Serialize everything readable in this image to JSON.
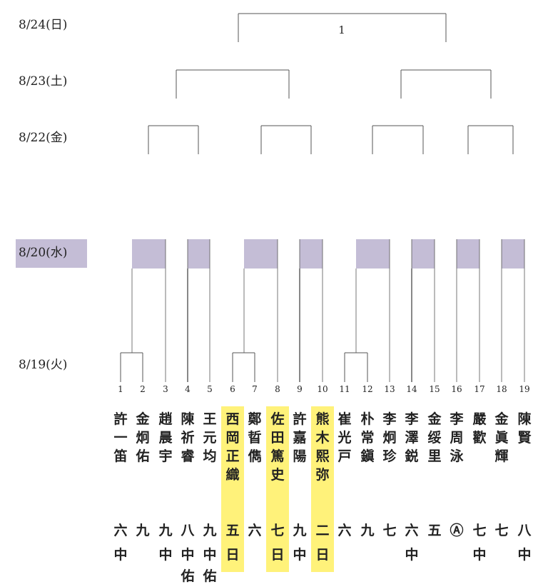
{
  "dates": {
    "d0824": "8/24(日)",
    "d0823": "8/23(土)",
    "d0822": "8/22(金)",
    "d0820": "8/20(水)",
    "d0819": "8/19(火)"
  },
  "final_label": "1",
  "colors": {
    "band": "#c4bdd6",
    "highlight": "#fff27a",
    "line": "#555555"
  },
  "players": [
    {
      "num": "1",
      "name": "許一笛",
      "school": "六",
      "grade": "中"
    },
    {
      "num": "2",
      "name": "金炯佑",
      "school": "九",
      "grade": ""
    },
    {
      "num": "3",
      "name": "趙晨宇",
      "school": "九",
      "grade": "中"
    },
    {
      "num": "4",
      "name": "陳祈睿",
      "school": "八",
      "grade": "中佑"
    },
    {
      "num": "5",
      "name": "王元均",
      "school": "九",
      "grade": "中佑"
    },
    {
      "num": "6",
      "name": "西岡正織",
      "school": "五",
      "grade": "日"
    },
    {
      "num": "7",
      "name": "鄭晢儁",
      "school": "六",
      "grade": ""
    },
    {
      "num": "8",
      "name": "佐田篤史",
      "school": "七",
      "grade": "日"
    },
    {
      "num": "9",
      "name": "許嘉陽",
      "school": "九",
      "grade": "中"
    },
    {
      "num": "10",
      "name": "熊木熙弥",
      "school": "二",
      "grade": "日"
    },
    {
      "num": "11",
      "name": "崔光戸",
      "school": "六",
      "grade": ""
    },
    {
      "num": "12",
      "name": "朴常鎭",
      "school": "九",
      "grade": ""
    },
    {
      "num": "13",
      "name": "李炯珍",
      "school": "七",
      "grade": ""
    },
    {
      "num": "14",
      "name": "李澤鋭",
      "school": "六",
      "grade": "中"
    },
    {
      "num": "15",
      "name": "金绥里",
      "school": "五",
      "grade": ""
    },
    {
      "num": "16",
      "name": "李周泳",
      "school": "Ⓐ",
      "grade": ""
    },
    {
      "num": "17",
      "name": "嚴歡",
      "school": "七",
      "grade": "中"
    },
    {
      "num": "18",
      "name": "金眞輝",
      "school": "七",
      "grade": ""
    },
    {
      "num": "19",
      "name": "陳賢",
      "school": "八",
      "grade": "中"
    }
  ],
  "highlighted": [
    "6",
    "8",
    "10"
  ]
}
